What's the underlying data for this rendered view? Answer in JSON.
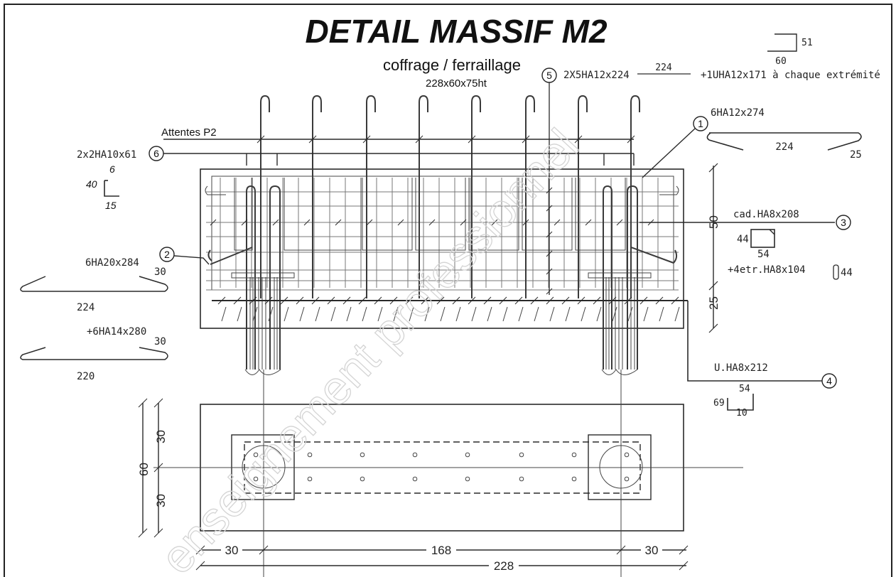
{
  "title": "DETAIL MASSIF M2",
  "subtitle": "coffrage / ferraillage",
  "dimensions": "228x60x75ht",
  "watermark": "enseignement professionnel",
  "attentes_label": "Attentes P2",
  "bars": {
    "b1": {
      "mark": "1",
      "designation": "6HA12x274",
      "shape_top": "224",
      "shape_end": "25"
    },
    "b2": {
      "mark": "2",
      "designation": "6HA20x284",
      "shape_end": "30",
      "shape_bottom": "224",
      "extra_designation": "+6HA14x280",
      "extra_end": "30",
      "extra_bottom": "220"
    },
    "b3": {
      "mark": "3",
      "designation": "cad.HA8x208",
      "shape_left": "44",
      "shape_bottom": "54",
      "extra_designation": "+4etr.HA8x104",
      "extra_dim": "44"
    },
    "b4": {
      "mark": "4",
      "designation": "U.HA8x212",
      "shape_top": "54",
      "shape_left": "69",
      "shape_inner": "10"
    },
    "b5": {
      "mark": "5",
      "designation": "2X5HA12x224",
      "length": "224",
      "note": "+1UHA12x171 à chaque extrémité",
      "hook_h": "51",
      "hook_w": "60"
    },
    "b6": {
      "mark": "6",
      "designation": "2x2HA10x61",
      "leg_a": "6",
      "leg_b": "40",
      "leg_c": "15"
    }
  },
  "dims": {
    "height_upper": "50",
    "height_lower": "25",
    "plan_width": "60",
    "plan_half_top": "30",
    "plan_half_bottom": "30",
    "left_overhang": "30",
    "center_span": "168",
    "right_overhang": "30",
    "total_length": "228"
  }
}
